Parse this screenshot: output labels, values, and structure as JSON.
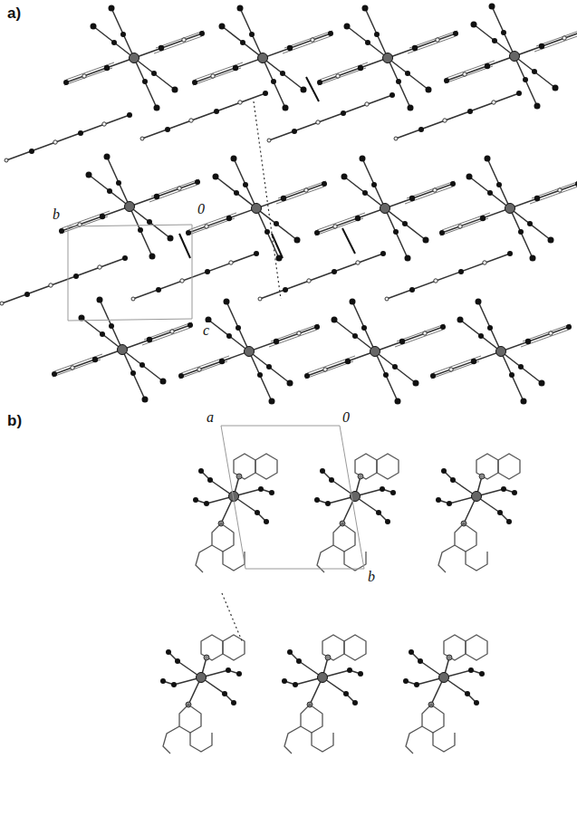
{
  "diagram": {
    "labels": [
      "a)",
      "b",
      "0",
      "c",
      "b)",
      "a",
      "0",
      "b"
    ]
  }
}
